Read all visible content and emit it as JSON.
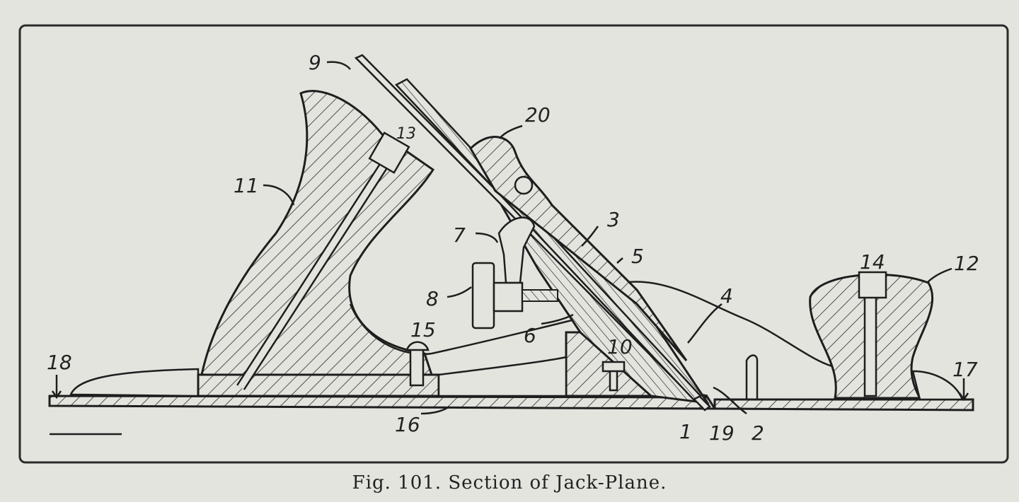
{
  "figure": {
    "caption": "Fig. 101.  Section of Jack-Plane.",
    "part_labels": {
      "p1": "1",
      "p2": "2",
      "p3": "3",
      "p4": "4",
      "p5": "5",
      "p6": "6",
      "p7": "7",
      "p8": "8",
      "p9": "9",
      "p10": "10",
      "p11": "11",
      "p12": "12",
      "p13": "13",
      "p14": "14",
      "p15": "15",
      "p16": "16",
      "p17": "17",
      "p18": "18",
      "p19": "19",
      "p20": "20"
    }
  }
}
